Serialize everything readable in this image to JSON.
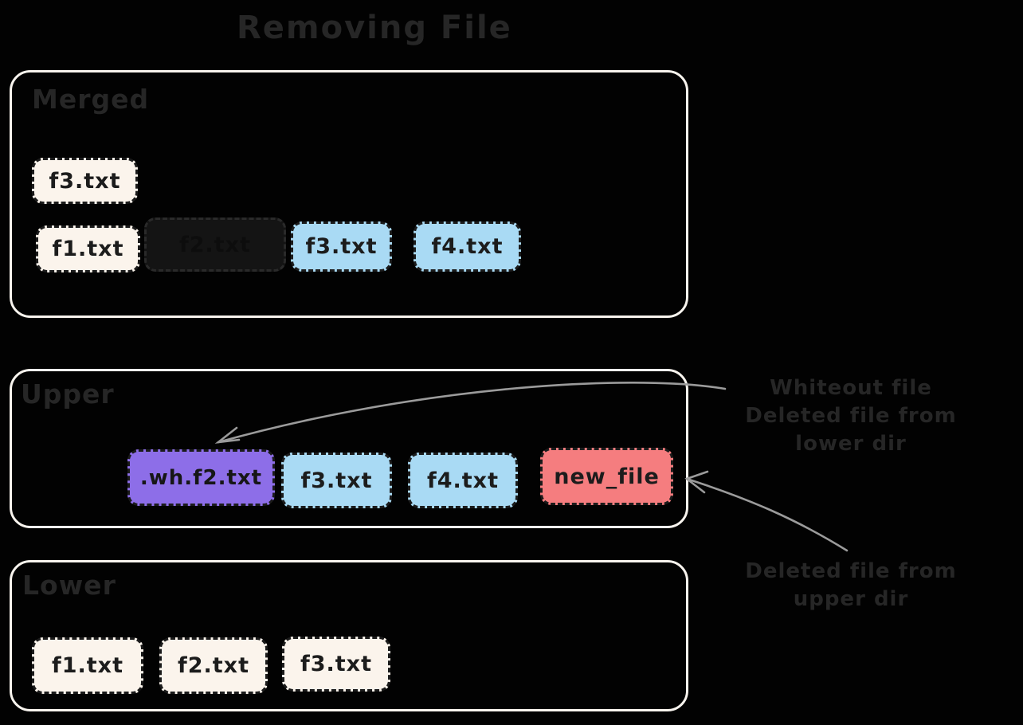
{
  "title": "Removing File",
  "colors": {
    "background": "#000000",
    "box_border": "#f8f4ee",
    "chip_cream": "#fbf4ec",
    "chip_blue": "#a9daf4",
    "chip_purple": "#8d6ee8",
    "chip_red": "#f57d7f",
    "chip_hidden": "#141414",
    "chip_text": "#1c1c1c",
    "muted_text": "#262626",
    "arrow": "#9b9b9b"
  },
  "layers": {
    "merged": {
      "label": "Merged",
      "files": [
        {
          "name": "f3.txt",
          "style": "cream"
        },
        {
          "name": "f1.txt",
          "style": "cream"
        },
        {
          "name": "f2.txt",
          "style": "hidden"
        },
        {
          "name": "f3.txt",
          "style": "blue"
        },
        {
          "name": "f4.txt",
          "style": "blue"
        }
      ]
    },
    "upper": {
      "label": "Upper",
      "files": [
        {
          "name": ".wh.f2.txt",
          "style": "purple"
        },
        {
          "name": "f3.txt",
          "style": "blue"
        },
        {
          "name": "f4.txt",
          "style": "blue"
        },
        {
          "name": "new_file",
          "style": "red"
        }
      ]
    },
    "lower": {
      "label": "Lower",
      "files": [
        {
          "name": "f1.txt",
          "style": "cream"
        },
        {
          "name": "f2.txt",
          "style": "cream"
        },
        {
          "name": "f3.txt",
          "style": "cream"
        }
      ]
    }
  },
  "annotations": {
    "whiteout": {
      "line1": "Whiteout file",
      "line2": "Deleted file from lower dir"
    },
    "deleted_upper": {
      "line1": "Deleted file from upper dir"
    }
  }
}
